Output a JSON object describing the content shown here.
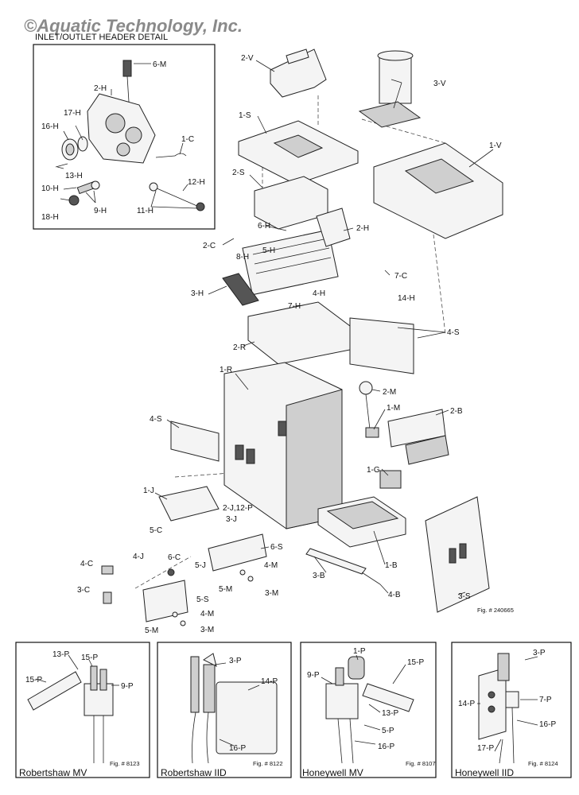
{
  "watermark": "©Aquatic Technology, Inc.",
  "inset_title": "INLET/OUTLET HEADER DETAIL",
  "labels": {
    "inset": [
      "6-M",
      "2-H",
      "17-H",
      "16-H",
      "1-C",
      "13-H",
      "12-H",
      "10-H",
      "9-H",
      "11-H",
      "18-H"
    ],
    "main": [
      "2-V",
      "3-V",
      "1-S",
      "1-V",
      "2-S",
      "6-H",
      "2-H",
      "2-C",
      "5-H",
      "8-H",
      "7-C",
      "3-H",
      "4-H",
      "14-H",
      "7-H",
      "4-S",
      "2-R",
      "1-R",
      "2-M",
      "1-M",
      "2-B",
      "4-S",
      "1-G",
      "1-J",
      "2-J,12-P",
      "3-J",
      "5-C",
      "6-S",
      "4-J",
      "6-C",
      "4-C",
      "1-B",
      "5-J",
      "4-M",
      "3-B",
      "5-M",
      "3-C",
      "3-M",
      "4-B",
      "3-S",
      "5-S",
      "Fig. # 240665",
      "4-M",
      "5-M",
      "3-M"
    ],
    "pilots": [
      "13-P",
      "15-P",
      "15-P",
      "9-P",
      "Fig. # 8123",
      "3-P",
      "14-P",
      "16-P",
      "Fig. # 8122",
      "1-P",
      "9-P",
      "15-P",
      "13-P",
      "5-P",
      "16-P",
      "Fig. # 8107",
      "3-P",
      "14-P",
      "7-P",
      "16-P",
      "17-P",
      "Fig. # 8124"
    ]
  },
  "captions": [
    "Robertshaw MV",
    "Robertshaw IID",
    "Honeywell MV",
    "Honeywell IID"
  ]
}
